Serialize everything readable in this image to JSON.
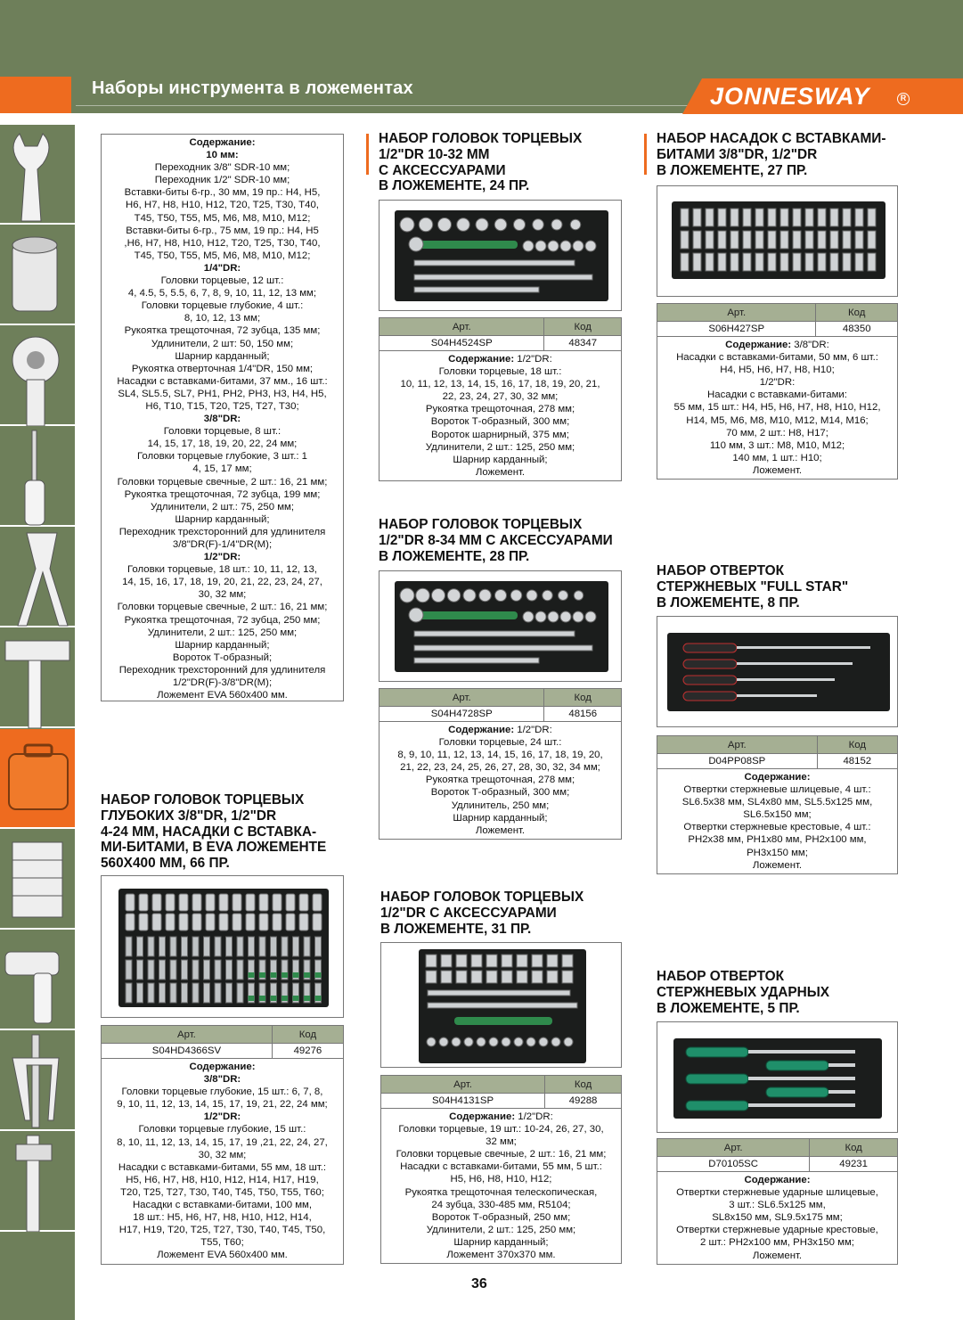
{
  "header": {
    "title": "Наборы инструмента в ложементах",
    "brand": "JONNESWAY",
    "reg": "R"
  },
  "sidebar": {
    "icons": [
      "wrench-icon",
      "socket-icon",
      "ratchet-icon",
      "screwdriver-icon",
      "pliers-icon",
      "hammer-icon",
      "tool-case-icon",
      "tool-cabinet-icon",
      "impact-gun-icon",
      "puller-icon",
      "caliper-icon"
    ],
    "active": "tool-case-icon"
  },
  "colors": {
    "green": "#6e7f5a",
    "orange": "#ee6b1f",
    "table_header": "#a5af93"
  },
  "left_top_box": [
    {
      "t": "Содержание:",
      "b": true
    },
    {
      "t": "10 мм:",
      "b": true
    },
    {
      "t": "Переходник 3/8\" SDR-10 мм;"
    },
    {
      "t": "Переходник 1/2\" SDR-10 мм;"
    },
    {
      "t": "Вставки-биты 6-гр., 30 мм, 19 пр.: H4, H5,"
    },
    {
      "t": "H6, H7, H8, H10, H12, T20, T25, T30, T40,"
    },
    {
      "t": "T45, T50, T55, M5, M6, M8, M10, M12;"
    },
    {
      "t": "Вставки-биты 6-гр., 75 мм, 19 пр.: H4, H5"
    },
    {
      "t": ",H6, H7, H8, H10, H12, T20, T25, T30, T40,"
    },
    {
      "t": "T45, T50, T55, M5, M6, M8, M10, M12;"
    },
    {
      "t": "1/4\"DR:",
      "b": true
    },
    {
      "t": "Головки торцевые, 12 шт.:"
    },
    {
      "t": "4, 4.5, 5, 5.5, 6, 7, 8, 9, 10, 11, 12, 13 мм;"
    },
    {
      "t": "Головки торцевые глубокие, 4 шт.:"
    },
    {
      "t": "8, 10, 12, 13 мм;"
    },
    {
      "t": "Рукоятка трещоточная, 72 зубца, 135 мм;"
    },
    {
      "t": "Удлинители, 2 шт: 50, 150 мм;"
    },
    {
      "t": "Шарнир карданный;"
    },
    {
      "t": "Рукоятка отверточная 1/4\"DR, 150 мм;"
    },
    {
      "t": "Насадки с вставками-битами, 37 мм., 16 шт.:"
    },
    {
      "t": "SL4, SL5.5, SL7, PH1, PH2, PH3, H3, H4, H5,"
    },
    {
      "t": "H6, T10, T15, T20, T25, T27, T30;"
    },
    {
      "t": "3/8\"DR:",
      "b": true
    },
    {
      "t": "Головки торцевые, 8 шт.:"
    },
    {
      "t": "14, 15, 17, 18, 19, 20, 22, 24 мм;"
    },
    {
      "t": "Головки торцевые глубокие, 3 шт.: 1"
    },
    {
      "t": "4, 15, 17 мм;"
    },
    {
      "t": "Головки торцевые свечные, 2 шт.: 16, 21 мм;"
    },
    {
      "t": "Рукоятка трещоточная, 72 зубца, 199 мм;"
    },
    {
      "t": "Удлинители, 2 шт.: 75, 250 мм;"
    },
    {
      "t": "Шарнир карданный;"
    },
    {
      "t": "Переходник трехсторонний для удлинителя"
    },
    {
      "t": "3/8\"DR(F)-1/4\"DR(M);"
    },
    {
      "t": "1/2\"DR:",
      "b": true
    },
    {
      "t": "Головки торцевые, 18 шт.: 10, 11, 12, 13,"
    },
    {
      "t": "14, 15, 16, 17, 18, 19, 20, 21, 22, 23, 24, 27,"
    },
    {
      "t": "30, 32 мм;"
    },
    {
      "t": "Головки торцевые свечные, 2 шт.: 16, 21 мм;"
    },
    {
      "t": "Рукоятка трещоточная, 72 зубца, 250 мм;"
    },
    {
      "t": "Удлинители, 2 шт.: 125, 250 мм;"
    },
    {
      "t": "Шарнир карданный;"
    },
    {
      "t": "Вороток Т-образный;"
    },
    {
      "t": "Переходник трехсторонний для удлинителя"
    },
    {
      "t": "1/2\"DR(F)-3/8\"DR(M);"
    },
    {
      "t": "Ложемент EVA 560x400 мм."
    }
  ],
  "products": [
    {
      "id": "p1",
      "title": [
        "НАБОР ГОЛОВОК ТОРЦЕВЫХ",
        "ГЛУБОКИХ  3/8\"DR, 1/2\"DR",
        "4-24 ММ, НАСАДКИ С ВСТАВКА-",
        "МИ-БИТАМИ, В EVA ЛОЖЕМЕНТЕ",
        "560X400 ММ, 66 ПР."
      ],
      "art_label": "Арт.",
      "code_label": "Код",
      "art": "S04HD4366SV",
      "code": "49276",
      "contents": [
        {
          "t": "Содержание:",
          "b": true
        },
        {
          "t": "3/8\"DR:",
          "b": true
        },
        {
          "t": "Головки торцевые глубокие, 15 шт.: 6, 7, 8,"
        },
        {
          "t": "9, 10, 11, 12, 13, 14, 15, 17, 19, 21, 22, 24 мм;"
        },
        {
          "t": "1/2\"DR:",
          "b": true
        },
        {
          "t": "Головки торцевые глубокие, 15 шт.:"
        },
        {
          "t": "8, 10, 11, 12, 13, 14, 15, 17, 19 ,21, 22, 24, 27,"
        },
        {
          "t": "30, 32 мм;"
        },
        {
          "t": "Насадки с вставками-битами, 55 мм, 18 шт.:"
        },
        {
          "t": "H5, H6, H7, H8, H10, H12, H14, H17, H19,"
        },
        {
          "t": "T20, T25, T27, T30, T40, T45, T50, T55, T60;"
        },
        {
          "t": "Насадки с вставками-битами, 100 мм,"
        },
        {
          "t": "18 шт.: H5, H6, H7, H8, H10, H12, H14,"
        },
        {
          "t": "H17, H19, T20, T25, T27, T30, T40, T45, T50,"
        },
        {
          "t": "T55, T60;"
        },
        {
          "t": "Ложемент EVA 560x400 мм."
        }
      ]
    },
    {
      "id": "p2",
      "title": [
        "НАБОР ГОЛОВОК ТОРЦЕВЫХ",
        "1/2\"DR 10-32 ММ",
        "С АКСЕССУАРАМИ",
        "В ЛОЖЕМЕНТЕ, 24 ПР."
      ],
      "art_label": "Арт.",
      "code_label": "Код",
      "art": "S04H4524SP",
      "code": "48347",
      "contents": [
        {
          "t": "Содержание:",
          "b": true,
          "tail": " 1/2\"DR:"
        },
        {
          "t": "Головки торцевые, 18 шт.:"
        },
        {
          "t": "10, 11, 12, 13, 14, 15, 16, 17, 18, 19, 20, 21,"
        },
        {
          "t": "22, 23, 24, 27, 30, 32 мм;"
        },
        {
          "t": "Рукоятка трещоточная, 278 мм;"
        },
        {
          "t": "Вороток Т-образный, 300 мм;"
        },
        {
          "t": "Вороток шарнирный, 375 мм;"
        },
        {
          "t": "Удлинители, 2 шт.: 125, 250 мм;"
        },
        {
          "t": "Шарнир карданный;"
        },
        {
          "t": "Ложемент."
        }
      ]
    },
    {
      "id": "p3",
      "title": [
        "НАБОР ГОЛОВОК ТОРЦЕВЫХ",
        "1/2\"DR 8-34 ММ С АКСЕССУАРАМИ",
        "В ЛОЖЕМЕНТЕ, 28 ПР."
      ],
      "art_label": "Арт.",
      "code_label": "Код",
      "art": "S04H4728SP",
      "code": "48156",
      "contents": [
        {
          "t": "Содержание:",
          "b": true,
          "tail": " 1/2\"DR:"
        },
        {
          "t": "Головки торцевые, 24 шт.:"
        },
        {
          "t": "8, 9, 10, 11, 12, 13, 14, 15, 16, 17, 18, 19, 20,"
        },
        {
          "t": "21, 22, 23, 24, 25, 26, 27, 28, 30, 32, 34 мм;"
        },
        {
          "t": "Рукоятка трещоточная, 278 мм;"
        },
        {
          "t": "Вороток Т-образный, 300 мм;"
        },
        {
          "t": "Удлинитель, 250 мм;"
        },
        {
          "t": "Шарнир карданный;"
        },
        {
          "t": "Ложемент."
        }
      ]
    },
    {
      "id": "p4",
      "title": [
        "НАБОР ГОЛОВОК ТОРЦЕВЫХ",
        "1/2\"DR С АКСЕССУАРАМИ",
        "В ЛОЖЕМЕНТЕ, 31 ПР."
      ],
      "art_label": "Арт.",
      "code_label": "Код",
      "art": "S04H4131SP",
      "code": "49288",
      "contents": [
        {
          "t": "Содержание:",
          "b": true,
          "tail": " 1/2\"DR:"
        },
        {
          "t": "Головки торцевые, 19 шт.: 10-24, 26, 27, 30,"
        },
        {
          "t": "32 мм;"
        },
        {
          "t": "Головки торцевые свечные, 2 шт.: 16, 21 мм;"
        },
        {
          "t": "Насадки с вставками-битами, 55 мм, 5 шт.:"
        },
        {
          "t": "H5, H6, H8, H10, H12;"
        },
        {
          "t": "Рукоятка трещоточная телескопическая,"
        },
        {
          "t": "24 зубца, 330-485 мм, R5104;"
        },
        {
          "t": "Вороток Т-образный, 250 мм;"
        },
        {
          "t": "Удлинители, 2 шт.: 125, 250 мм;"
        },
        {
          "t": "Шарнир карданный;"
        },
        {
          "t": "Ложемент 370x370 мм."
        }
      ]
    },
    {
      "id": "p5",
      "title": [
        "НАБОР НАСАДОК С ВСТАВКАМИ-",
        "БИТАМИ  3/8\"DR, 1/2\"DR",
        "В ЛОЖЕМЕНТЕ, 27 ПР."
      ],
      "art_label": "Арт.",
      "code_label": "Код",
      "art": "S06H427SP",
      "code": "48350",
      "contents": [
        {
          "t": "Содержание:",
          "b": true,
          "tail": " 3/8\"DR:"
        },
        {
          "t": "Насадки с вставками-битами, 50 мм, 6 шт.:"
        },
        {
          "t": "H4, H5, H6, H7, H8, H10;"
        },
        {
          "t": "1/2\"DR:"
        },
        {
          "t": "Насадки с вставками-битами:"
        },
        {
          "t": "55 мм, 15 шт.: H4, H5, H6, H7, H8, H10, H12,"
        },
        {
          "t": "H14, M5, M6, M8, M10, M12, M14, M16;"
        },
        {
          "t": "70 мм, 2 шт.: H8, H17;"
        },
        {
          "t": "110 мм, 3 шт.: M8, M10, M12;"
        },
        {
          "t": "140 мм, 1 шт.: H10;"
        },
        {
          "t": "Ложемент."
        }
      ]
    },
    {
      "id": "p6",
      "title": [
        "НАБОР ОТВЕРТОК",
        "СТЕРЖНЕВЫХ \"FULL STAR\"",
        "В ЛОЖЕМЕНТЕ, 8 ПР."
      ],
      "art_label": "Арт.",
      "code_label": "Код",
      "art": "D04PP08SP",
      "code": "48152",
      "contents": [
        {
          "t": "Содержание:",
          "b": true
        },
        {
          "t": "Отвертки стержневые шлицевые, 4 шт.:"
        },
        {
          "t": "SL6.5x38 мм, SL4x80 мм, SL5.5x125 мм,"
        },
        {
          "t": "SL6.5x150 мм;"
        },
        {
          "t": "Отвертки стержневые крестовые, 4 шт.:"
        },
        {
          "t": "PH2x38 мм, PH1x80 мм, PH2x100 мм,"
        },
        {
          "t": "PH3x150 мм;"
        },
        {
          "t": "Ложемент."
        }
      ]
    },
    {
      "id": "p7",
      "title": [
        "НАБОР ОТВЕРТОК",
        "СТЕРЖНЕВЫХ УДАРНЫХ",
        "В ЛОЖЕМЕНТЕ, 5 ПР."
      ],
      "art_label": "Арт.",
      "code_label": "Код",
      "art": "D70105SC",
      "code": "49231",
      "contents": [
        {
          "t": "Содержание:",
          "b": true
        },
        {
          "t": "Отвертки стержневые ударные шлицевые,"
        },
        {
          "t": "3 шт.: SL6.5x125 мм,"
        },
        {
          "t": "SL8x150 мм, SL9.5x175 мм;"
        },
        {
          "t": "Отвертки стержневые ударные крестовые,"
        },
        {
          "t": "2 шт.: PH2x100 мм, PH3x150 мм;"
        },
        {
          "t": "Ложемент."
        }
      ]
    }
  ],
  "page_number": "36"
}
